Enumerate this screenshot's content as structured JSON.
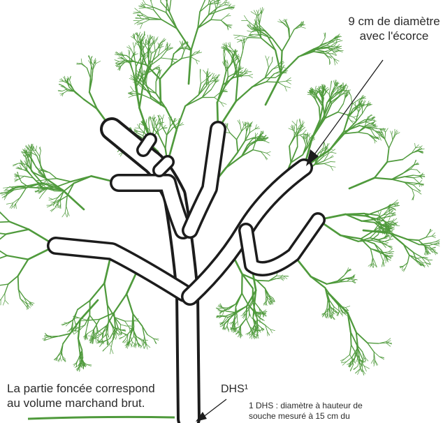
{
  "labels": {
    "diameter_line1": "9 cm de diamètre",
    "diameter_line2": "avec l'écorce",
    "dark_part_line1": "La partie foncée correspond",
    "dark_part_line2": "au volume marchand brut.",
    "dhs": "DHS¹",
    "footnote_line1": "1  DHS : diamètre à hauteur de",
    "footnote_line2": "souche mesuré à 15 cm du"
  },
  "colors": {
    "foliage": "#4f9a3c",
    "trunk": "#1c1c1c",
    "text": "#2b2b2b"
  }
}
